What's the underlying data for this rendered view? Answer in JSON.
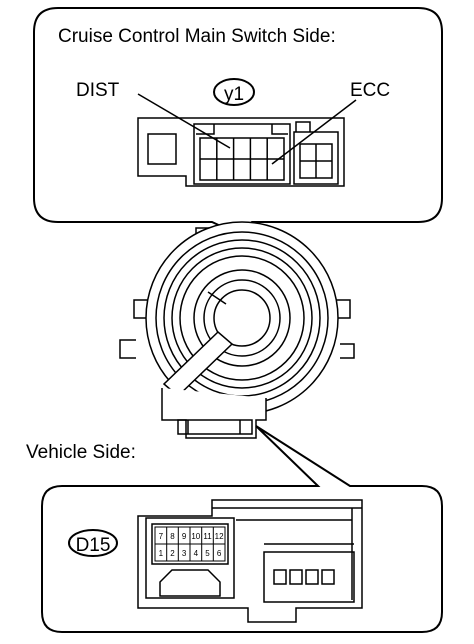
{
  "top_callout": {
    "title": "Cruise Control Main Switch Side:",
    "connector_id": "y1",
    "label_left": "DIST",
    "label_right": "ECC"
  },
  "bottom_callout": {
    "title": "Vehicle Side:",
    "connector_id": "D15",
    "pins_top": [
      "7",
      "8",
      "9",
      "10",
      "11",
      "12"
    ],
    "pins_bottom": [
      "1",
      "2",
      "3",
      "4",
      "5",
      "6"
    ]
  },
  "colors": {
    "line": "#000000",
    "background": "#ffffff"
  }
}
